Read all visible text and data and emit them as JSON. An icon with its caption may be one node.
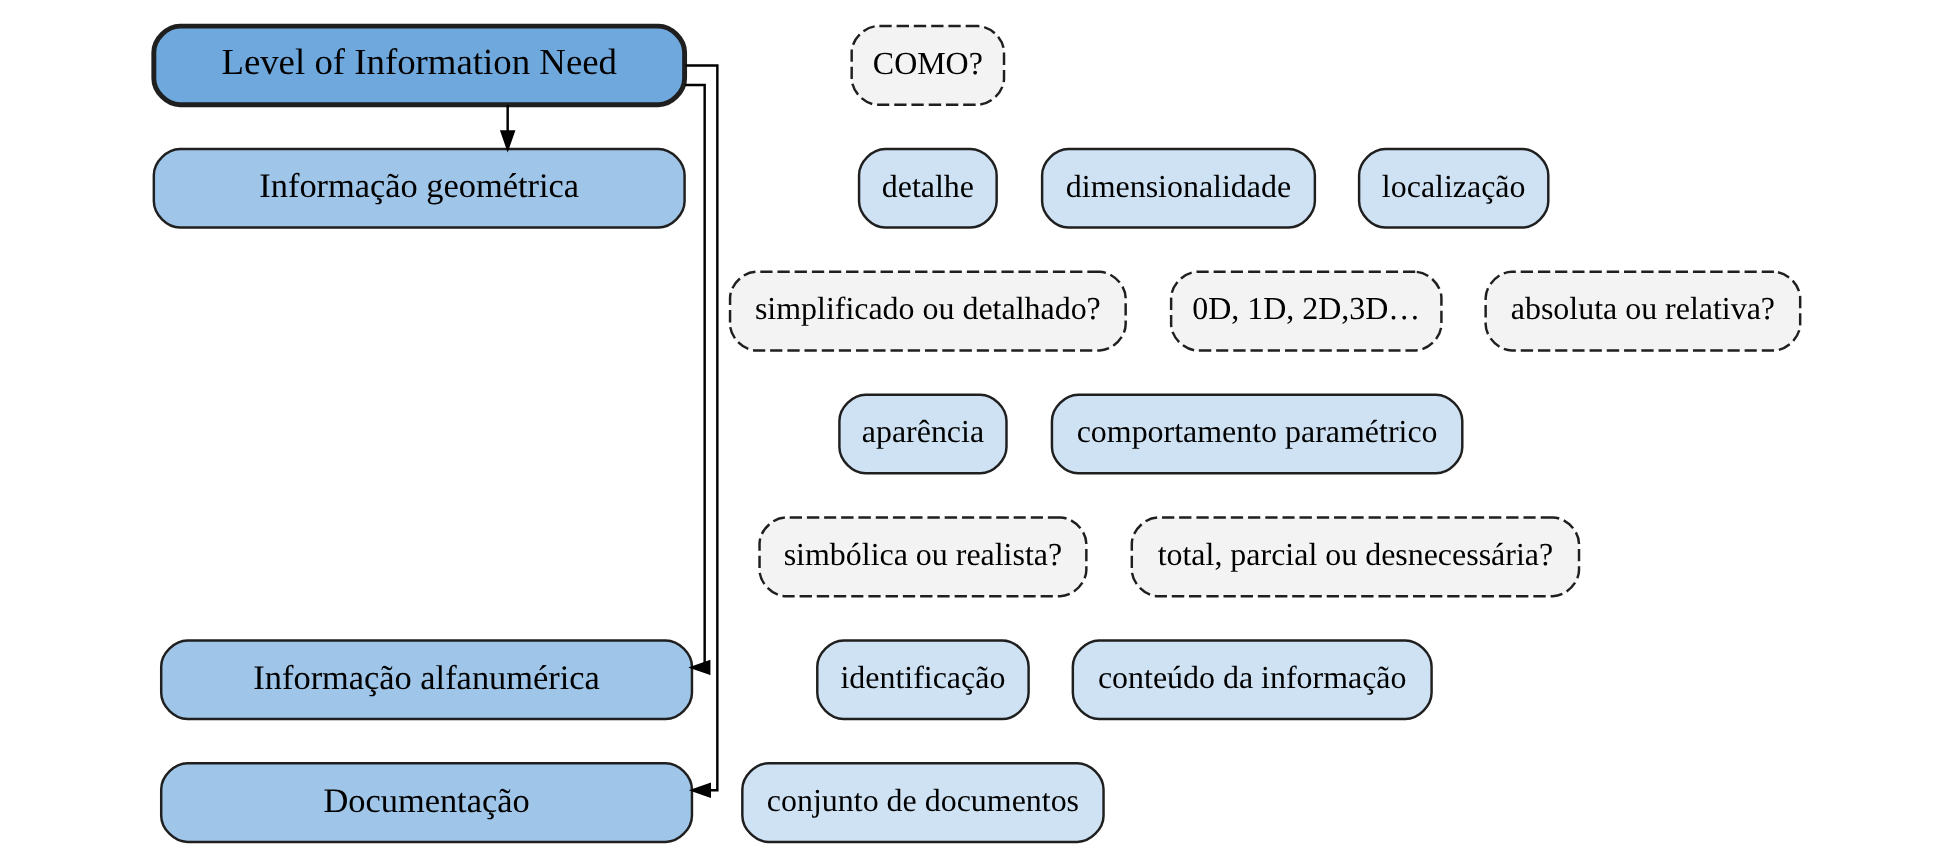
{
  "diagram": {
    "nodes": [
      {
        "text": [
          "Level of Information Need"
        ]
      },
      {
        "text": [
          "COMO?"
        ]
      },
      {
        "text": [
          "Informação geométrica"
        ]
      },
      {
        "text": [
          "detalhe"
        ]
      },
      {
        "text": [
          "dimensionalidade"
        ]
      },
      {
        "text": [
          "localização"
        ]
      },
      {
        "text": [
          "simplificado ou detalhado?"
        ]
      },
      {
        "text": [
          "0D, 1D, 2D,3D…"
        ]
      },
      {
        "text": [
          "absoluta ou relativa?"
        ]
      },
      {
        "text": [
          "aparência"
        ]
      },
      {
        "text": [
          "comportamento paramétrico"
        ]
      },
      {
        "text": [
          "simbólica ou realista?"
        ]
      },
      {
        "text": [
          "total, parcial ou desnecessária?"
        ]
      },
      {
        "text": [
          "Informação alfanumérica"
        ]
      },
      {
        "text": [
          "identificação"
        ]
      },
      {
        "text": [
          "conteúdo da informação"
        ]
      },
      {
        "text": [
          "Documentação"
        ]
      },
      {
        "text": [
          "conjunto de documentos"
        ]
      }
    ],
    "edges": [
      {
        "from": 0,
        "to": 2,
        "arrow": "to"
      },
      {
        "from": 0,
        "to": 13,
        "arrow": "to"
      },
      {
        "from": 0,
        "to": 16,
        "arrow": "to"
      }
    ]
  }
}
